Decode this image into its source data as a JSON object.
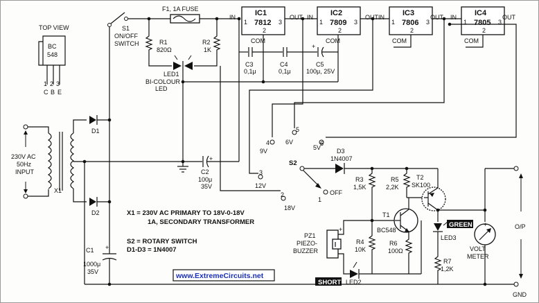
{
  "transistor_pinout": {
    "title": "TOP VIEW",
    "part": "BC\n548",
    "pins": [
      "1",
      "2",
      "3"
    ],
    "pin_names": [
      "C",
      "B",
      "E"
    ]
  },
  "input": {
    "voltage": "230V AC",
    "freq": "50Hz",
    "label": "INPUT",
    "transformer": "X1"
  },
  "switch_s1": {
    "ref": "S1",
    "desc": "ON/OFF",
    "desc2": "SWITCH"
  },
  "fuse": {
    "label": "F1, 1A FUSE"
  },
  "r1": {
    "ref": "R1",
    "value": "820Ω"
  },
  "r2": {
    "ref": "R2",
    "value": "1K"
  },
  "led1": {
    "ref": "LED1",
    "desc": "BI-COLOUR",
    "desc2": "LED"
  },
  "regulators": [
    {
      "ref": "IC1",
      "part": "7812",
      "in": "IN",
      "out": "OUT",
      "com": "COM",
      "p1": "1",
      "p2": "2",
      "p3": "3"
    },
    {
      "ref": "IC2",
      "part": "7809",
      "in": "IN",
      "out": "OUT",
      "com": "COM",
      "p1": "1",
      "p2": "2",
      "p3": "3"
    },
    {
      "ref": "IC3",
      "part": "7806",
      "in": "IN",
      "out": "OUT",
      "com": "COM",
      "p1": "1",
      "p2": "2",
      "p3": "3"
    },
    {
      "ref": "IC4",
      "part": "7805",
      "in": "IN",
      "out": "OUT",
      "com": "COM",
      "p1": "1",
      "p2": "2",
      "p3": "3"
    }
  ],
  "caps": {
    "c3": {
      "ref": "C3",
      "value": "0,1μ"
    },
    "c4": {
      "ref": "C4",
      "value": "0,1μ"
    },
    "c5": {
      "ref": "C5",
      "value": "100μ, 25V"
    },
    "c2": {
      "ref": "C2",
      "value": "100μ",
      "rating": "35V"
    },
    "c1": {
      "ref": "C1",
      "value": "1000μ",
      "rating": "35V"
    }
  },
  "diodes": {
    "d1": "D1",
    "d2": "D2",
    "d3": "D3",
    "d3_part": "1N4007"
  },
  "switch_s2": {
    "ref": "S2",
    "positions": [
      {
        "num": "1",
        "label": "OFF"
      },
      {
        "num": "2",
        "label": "18V"
      },
      {
        "num": "3",
        "label": "12V"
      },
      {
        "num": "4",
        "label": "9V"
      },
      {
        "num": "5",
        "label": "6V"
      },
      {
        "num": "6",
        "label": "5V"
      }
    ]
  },
  "r3": {
    "ref": "R3",
    "value": "1,5K"
  },
  "r4": {
    "ref": "R4",
    "value": "10K"
  },
  "r5": {
    "ref": "R5",
    "value": "2,2K"
  },
  "r6": {
    "ref": "R6",
    "value": "100Ω"
  },
  "r7": {
    "ref": "R7",
    "value": "1,2K"
  },
  "t1": {
    "ref": "T1",
    "part": "BC548"
  },
  "t2": {
    "ref": "T2",
    "part": "SK100"
  },
  "led3": {
    "ref": "LED3",
    "badge": "GREEN"
  },
  "led2": {
    "ref": "LED2",
    "badge": "SHORT"
  },
  "pz1": {
    "ref": "PZ1",
    "desc": "PIEZO-",
    "desc2": "BUZZER"
  },
  "voltmeter": {
    "desc": "VOLT",
    "desc2": "METER",
    "plus": "+",
    "minus": "−"
  },
  "op": {
    "label": "O/P",
    "gnd": "GND"
  },
  "notes": [
    "X1 = 230V AC PRIMARY  TO 18V-0-18V",
    "1A,  SECONDARY TRANSFORMER",
    "S2 = ROTARY SWITCH",
    "D1-D3 = 1N4007"
  ],
  "watermark": "www.ExtremeCircuits.net"
}
